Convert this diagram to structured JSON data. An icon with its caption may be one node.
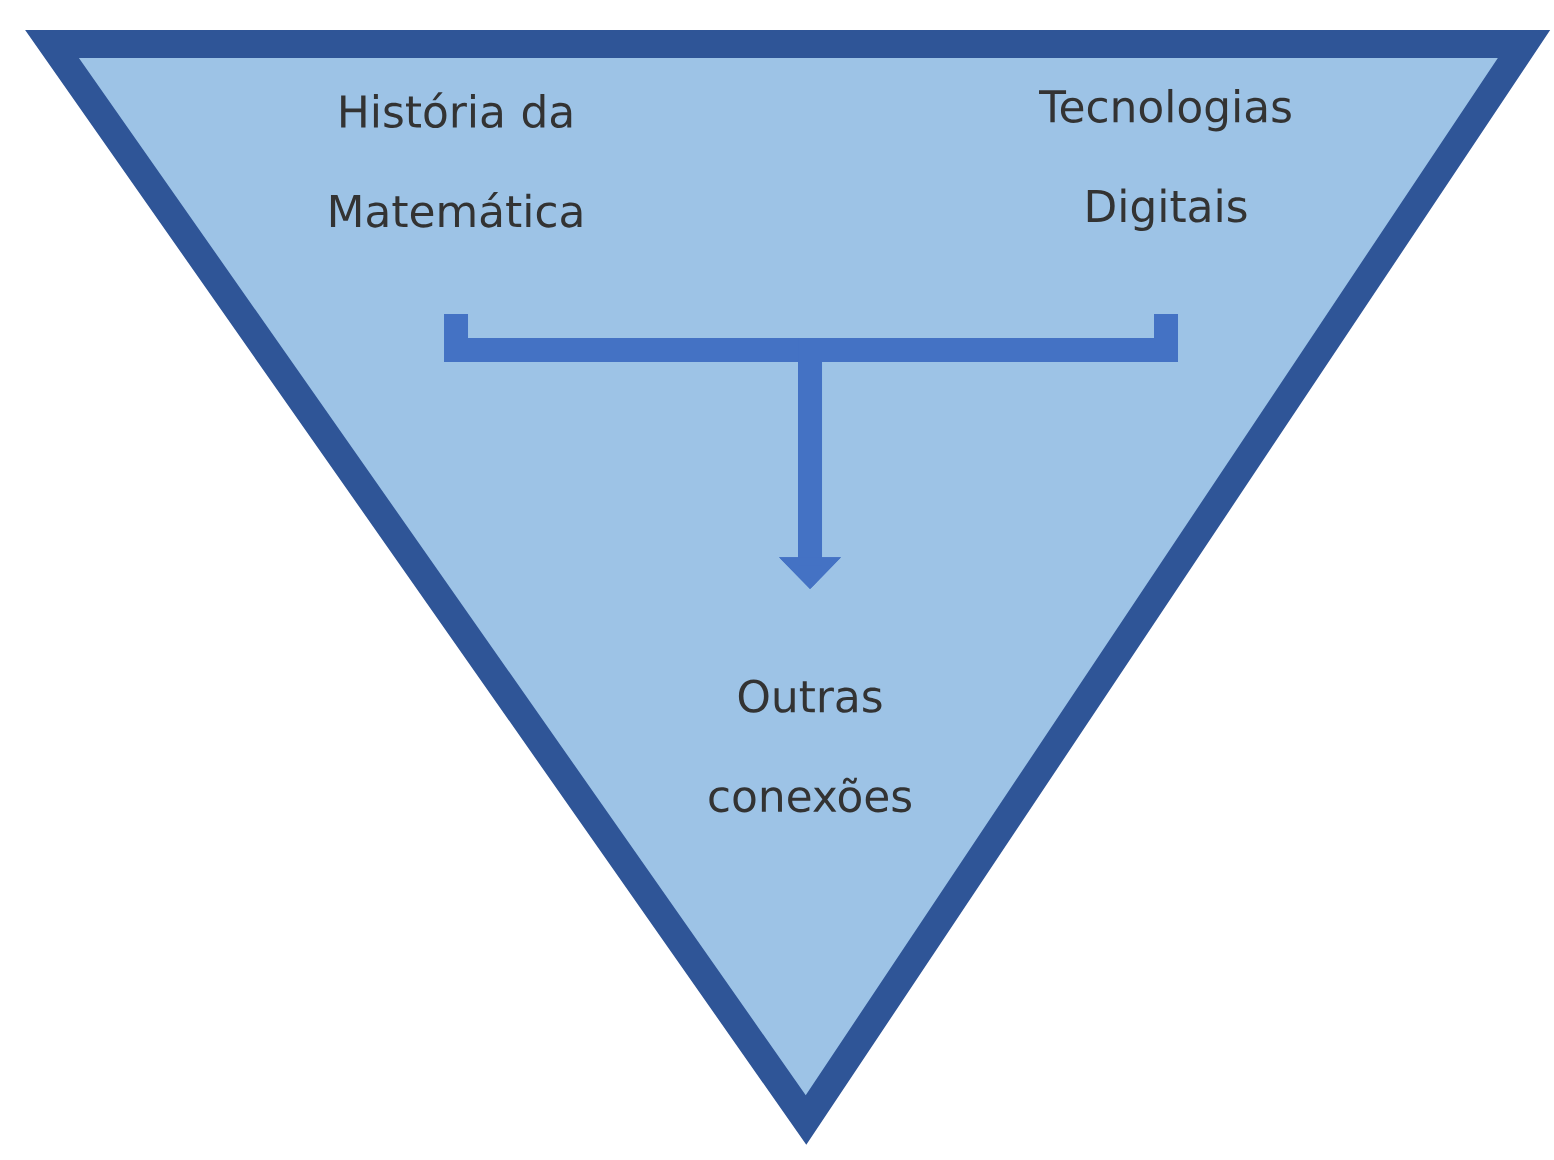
{
  "diagram": {
    "nodes": [
      {
        "text": [],
        "shape": "triangle"
      },
      {
        "text": [
          "História da Matemática"
        ],
        "in": 0
      },
      {
        "text": [
          "Tecnologias Digitais"
        ],
        "in": 0
      },
      {
        "text": [
          "Outras conexões"
        ],
        "in": 0
      }
    ],
    "edges": [
      {
        "from": 1,
        "to": 3,
        "arrow": "to"
      },
      {
        "from": 2,
        "to": 3,
        "arrow": "to"
      }
    ]
  }
}
